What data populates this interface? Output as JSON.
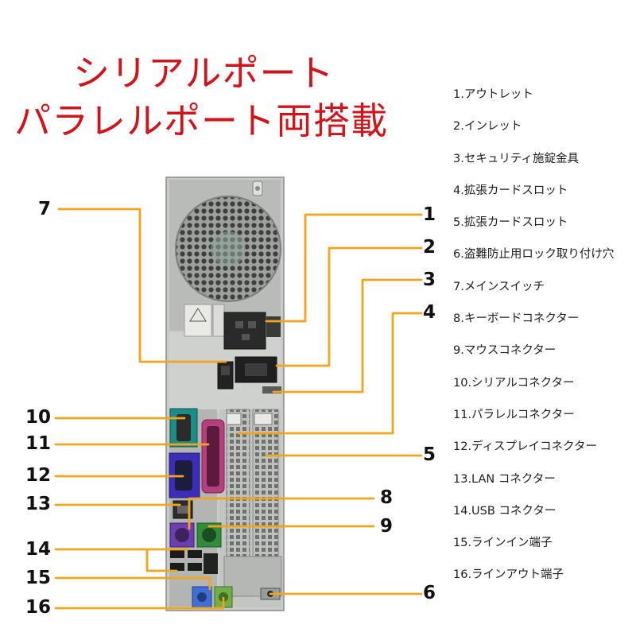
{
  "headline": {
    "line1": "シリアルポート",
    "line2": "パラレルポート両搭載"
  },
  "legend": [
    "1.アウトレット",
    "2.インレット",
    "3.セキュリティ施錠金具",
    "4.拡張カードスロット",
    "5.拡張カードスロット",
    "6.盗難防止用ロック取り付け穴",
    "7.メインスイッチ",
    "8.キーボードコネクター",
    "9.マウスコネクター",
    "10.シリアルコネクター",
    "11.パラレルコネクター",
    "12.ディスプレイコネクター",
    "13.LAN コネクター",
    "14.USB コネクター",
    "15.ラインイン端子",
    "16.ラインアウト端子"
  ],
  "callouts": {
    "n1": "1",
    "n2": "2",
    "n3": "3",
    "n4": "4",
    "n5": "5",
    "n6": "6",
    "n7": "7",
    "n8": "8",
    "n9": "9",
    "n10": "10",
    "n11": "11",
    "n12": "12",
    "n13": "13",
    "n14": "14",
    "n15": "15",
    "n16": "16"
  },
  "colors": {
    "headline": "#d0141b",
    "leader_line": "#f2a51c",
    "chassis": "#c9cbc9"
  }
}
